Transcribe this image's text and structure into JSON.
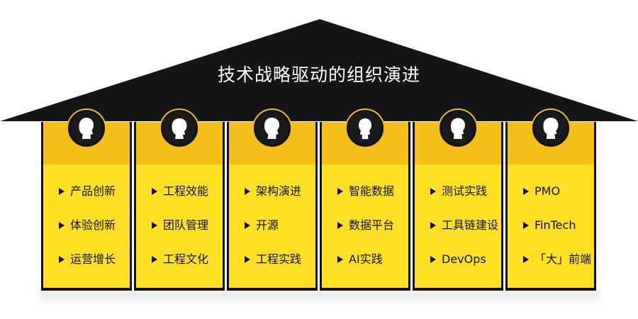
{
  "title": "技术战略驱动的组织演进",
  "colors": {
    "roof": "#151515",
    "pillar": "#ffe024",
    "band": "#f5bf1a",
    "text": "#111111"
  },
  "pillars": [
    {
      "icon": "person-silhouette-icon",
      "items": [
        "产品创新",
        "体验创新",
        "运营增长"
      ]
    },
    {
      "icon": "person-silhouette-icon",
      "items": [
        "工程效能",
        "团队管理",
        "工程文化"
      ]
    },
    {
      "icon": "person-silhouette-icon",
      "items": [
        "架构演进",
        "开源",
        "工程实践"
      ]
    },
    {
      "icon": "person-silhouette-icon",
      "items": [
        "智能数据",
        "数据平台",
        "AI实践"
      ]
    },
    {
      "icon": "person-silhouette-icon",
      "items": [
        "测试实践",
        "工具链建设",
        "DevOps"
      ]
    },
    {
      "icon": "person-silhouette-icon",
      "items": [
        "PMO",
        "FinTech",
        "「大」前端"
      ]
    }
  ]
}
